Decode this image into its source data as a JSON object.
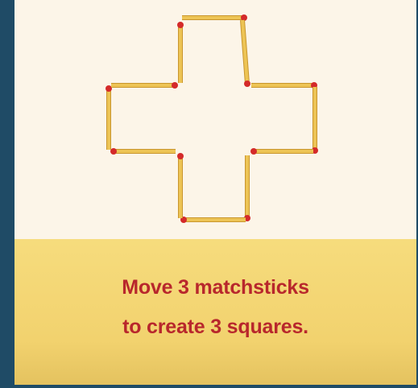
{
  "puzzle": {
    "caption_line1": "Move 3 matchsticks",
    "caption_line2": "to create 3 squares.",
    "matchstick_count": 12,
    "colors": {
      "stick": "#edc455",
      "stick_edge": "#c9962d",
      "head": "#d42a2a",
      "caption_text": "#b8272c",
      "top_background": "#fcf5e8",
      "bottom_background": "#f4d672",
      "frame": "#1f4b66"
    }
  }
}
